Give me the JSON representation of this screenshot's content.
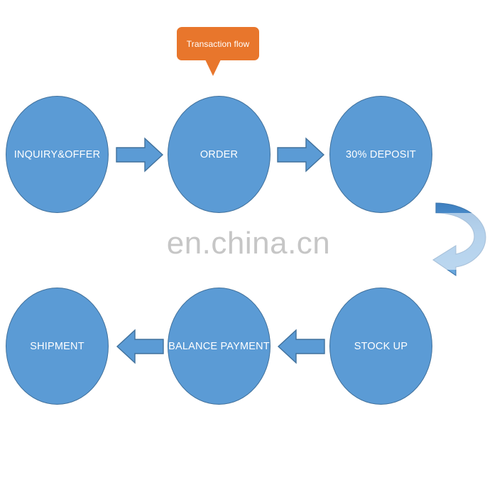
{
  "diagram": {
    "title_callout": {
      "label": "Transaction flow",
      "color": "#e8762c",
      "text_color": "#ffffff"
    },
    "node_style": {
      "fill": "#5b9bd5",
      "stroke": "#41719c",
      "text_color": "#ffffff"
    },
    "arrow_style": {
      "fill": "#5b9bd5",
      "stroke": "#41719c"
    },
    "nodes": [
      {
        "id": "inquiry",
        "label": "INQUIRY&OFFER",
        "row": "top",
        "order": 1
      },
      {
        "id": "order",
        "label": "ORDER",
        "row": "top",
        "order": 2
      },
      {
        "id": "deposit",
        "label": "30% DEPOSIT",
        "row": "top",
        "order": 3
      },
      {
        "id": "stockup",
        "label": "STOCK UP",
        "row": "bottom",
        "order": 4
      },
      {
        "id": "balance",
        "label": "BALANCE PAYMENT",
        "row": "bottom",
        "order": 5
      },
      {
        "id": "shipment",
        "label": "SHIPMENT",
        "row": "bottom",
        "order": 6
      }
    ],
    "connectors": [
      {
        "id": "c1",
        "from": "inquiry",
        "to": "order",
        "kind": "block-arrow",
        "direction": "right"
      },
      {
        "id": "c2",
        "from": "order",
        "to": "deposit",
        "kind": "block-arrow",
        "direction": "right"
      },
      {
        "id": "c3",
        "from": "deposit",
        "to": "stockup",
        "kind": "curved-arrow",
        "direction": "u-turn-down"
      },
      {
        "id": "c4",
        "from": "stockup",
        "to": "balance",
        "kind": "block-arrow",
        "direction": "left"
      },
      {
        "id": "c5",
        "from": "balance",
        "to": "shipment",
        "kind": "block-arrow",
        "direction": "left"
      }
    ]
  },
  "watermark": {
    "text": "en.china.cn",
    "color": "#c6c6c6"
  }
}
